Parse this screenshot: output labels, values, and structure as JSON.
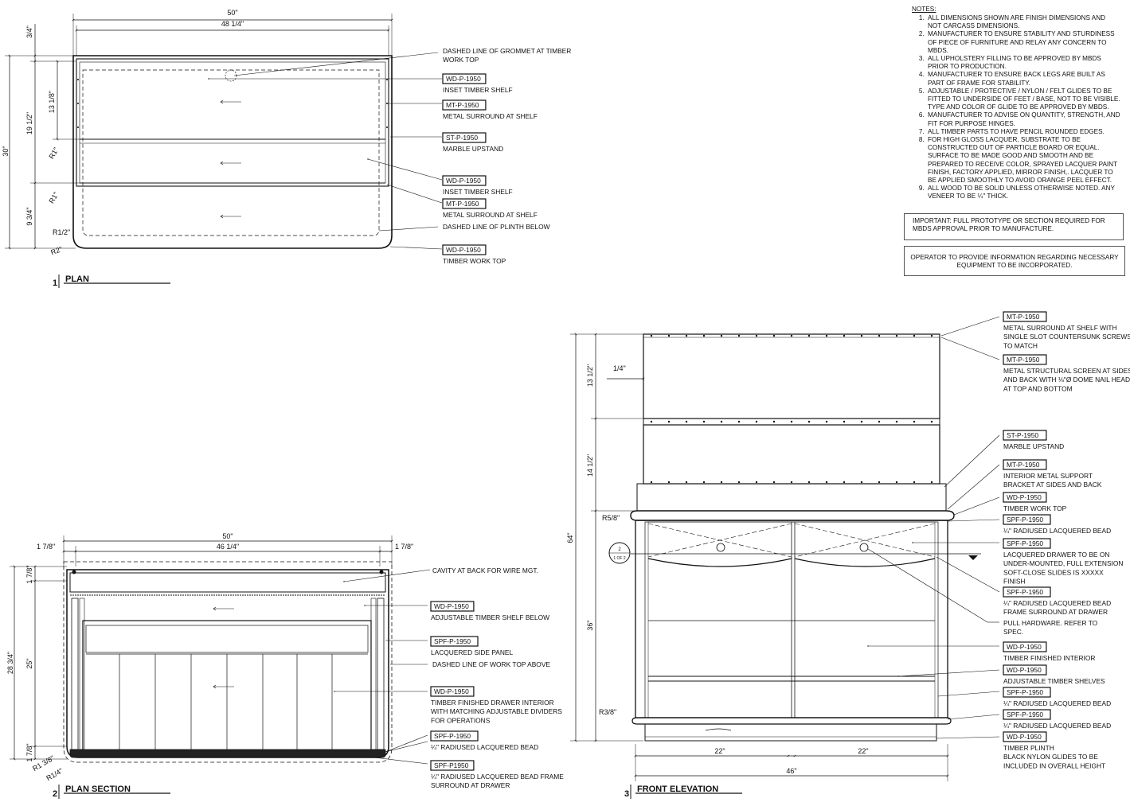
{
  "notes": {
    "heading": "NOTES:",
    "items": [
      "ALL DIMENSIONS SHOWN ARE FINISH DIMENSIONS AND NOT CARCASS DIMENSIONS.",
      "MANUFACTURER TO ENSURE STABILITY AND STURDINESS OF PIECE OF FURNITURE AND RELAY ANY CONCERN TO MBDS.",
      "ALL UPHOLSTERY FILLING TO BE APPROVED BY MBDS PRIOR TO PRODUCTION.",
      "MANUFACTURER TO ENSURE BACK LEGS ARE BUILT AS PART OF FRAME FOR STABILITY.",
      "ADJUSTABLE / PROTECTIVE / NYLON / FELT GLIDES TO BE FITTED TO UNDERSIDE OF FEET / BASE, NOT TO BE VISIBLE. TYPE AND COLOR OF GLIDE TO BE APPROVED BY MBDS.",
      "MANUFACTURER TO ADVISE ON QUANTITY, STRENGTH, AND FIT FOR PURPOSE HINGES.",
      "ALL TIMBER PARTS TO HAVE PENCIL ROUNDED EDGES.",
      "FOR HIGH GLOSS LACQUER, SUBSTRATE TO BE CONSTRUCTED OUT OF PARTICLE BOARD OR EQUAL. SURFACE TO BE MADE GOOD AND SMOOTH AND BE PREPARED TO RECEIVE COLOR, SPRAYED LACQUER PAINT FINISH, FACTORY APPLIED, MIRROR FINISH,. LACQUER TO BE APPLIED SMOOTHLY TO AVOID ORANGE PEEL EFFECT.",
      "ALL WOOD TO BE SOLID UNLESS OTHERWISE NOTED. ANY VENEER TO BE ¼\" THICK."
    ],
    "important": "IMPORTANT: FULL PROTOTYPE OR SECTION REQUIRED FOR MBDS APPROVAL PRIOR TO MANUFACTURE.",
    "operator": "OPERATOR TO PROVIDE INFORMATION REGARDING NECESSARY EQUIPMENT TO BE INCORPORATED."
  },
  "views": {
    "plan": {
      "number": "1",
      "title": "PLAN"
    },
    "plan_section": {
      "number": "2",
      "title": "PLAN SECTION"
    },
    "front_elevation": {
      "number": "3",
      "title": "FRONT ELEVATION"
    }
  },
  "plan": {
    "dims": {
      "overall_width": "50\"",
      "inner_width": "48 1/4\"",
      "top_edge": "3/4\"",
      "height_upper": "19 1/2\"",
      "shelf_depth": "13 1/8\"",
      "overall_depth": "30\"",
      "height_lower": "9 3/4\"",
      "r1a": "R1\"",
      "r1b": "R1\"",
      "r_half": "R1/2\"",
      "r2": "R2\""
    },
    "callouts": [
      {
        "tag": "",
        "text": [
          "DASHED LINE OF GROMMET AT TIMBER",
          "WORK TOP"
        ]
      },
      {
        "tag": "WD-P-1950",
        "text": [
          "INSET TIMBER SHELF"
        ]
      },
      {
        "tag": "MT-P-1950",
        "text": [
          "METAL SURROUND AT SHELF"
        ]
      },
      {
        "tag": "ST-P-1950",
        "text": [
          "MARBLE UPSTAND"
        ]
      },
      {
        "tag": "WD-P-1950",
        "text": [
          "INSET TIMBER SHELF"
        ]
      },
      {
        "tag": "MT-P-1950",
        "text": [
          "METAL SURROUND AT SHELF"
        ]
      },
      {
        "tag": "",
        "text": [
          "DASHED LINE OF PLINTH BELOW"
        ]
      },
      {
        "tag": "WD-P-1950",
        "text": [
          "TIMBER WORK TOP"
        ]
      }
    ]
  },
  "plan_section": {
    "dims": {
      "overall_width": "50\"",
      "inner_width": "46 1/4\"",
      "side_left": "1 7/8\"",
      "side_right": "1 7/8\"",
      "top_edge": "1 7/8\"",
      "overall_depth": "28 3/4\"",
      "inner_depth": "25\"",
      "bottom_edge": "1 7/8\"",
      "r_three_eighths": "R1 3/8\"",
      "r_quarter": "R1/4\""
    },
    "callouts": [
      {
        "tag": "",
        "text": [
          "CAVITY AT BACK FOR WIRE MGT."
        ]
      },
      {
        "tag": "WD-P-1950",
        "text": [
          "ADJUSTABLE TIMBER SHELF BELOW"
        ]
      },
      {
        "tag": "SPF-P-1950",
        "text": [
          "LACQUERED SIDE PANEL"
        ]
      },
      {
        "tag": "",
        "text": [
          "DASHED LINE OF WORK TOP ABOVE"
        ]
      },
      {
        "tag": "WD-P-1950",
        "text": [
          "TIMBER FINISHED DRAWER INTERIOR",
          "WITH MATCHING ADJUSTABLE DIVIDERS",
          "FOR OPERATIONS"
        ]
      },
      {
        "tag": "SPF-P-1950",
        "text": [
          "¼\" RADIUSED LACQUERED BEAD"
        ]
      },
      {
        "tag": "SPF-P1950",
        "text": [
          "¼\" RADIUSED LACQUERED BEAD FRAME",
          "SURROUND AT DRAWER"
        ]
      }
    ]
  },
  "elevation": {
    "dims": {
      "upper_screen": "13 1/2\"",
      "lower_screen": "14 1/2\"",
      "overall_height": "64\"",
      "cabinet_height": "36\"",
      "screen_inset": "1/4\"",
      "r_top": "R5/8\"",
      "r_base": "R3/8\"",
      "half_left": "22\"",
      "half_right": "22\"",
      "overall_width": "46\""
    },
    "section_marker": {
      "num": "2",
      "sheet": "1 OF 2"
    },
    "callouts": [
      {
        "tag": "MT-P-1950",
        "text": [
          "METAL SURROUND AT SHELF WITH",
          "SINGLE SLOT COUNTERSUNK SCREWS",
          "TO MATCH"
        ]
      },
      {
        "tag": "MT-P-1950",
        "text": [
          "METAL STRUCTURAL SCREEN AT SIDES",
          "AND BACK WITH ⅛\"Ø DOME NAIL HEAD",
          "AT TOP AND BOTTOM"
        ]
      },
      {
        "tag": "ST-P-1950",
        "text": [
          "MARBLE UPSTAND"
        ]
      },
      {
        "tag": "MT-P-1950",
        "text": [
          "INTERIOR METAL SUPPORT",
          "BRACKET AT SIDES AND BACK"
        ]
      },
      {
        "tag": "WD-P-1950",
        "text": [
          "TIMBER WORK TOP"
        ]
      },
      {
        "tag": "SPF-P-1950",
        "text": [
          "¼\" RADIUSED LACQUERED BEAD"
        ]
      },
      {
        "tag": "SPF-P-1950",
        "text": [
          "LACQUERED DRAWER TO BE ON",
          "UNDER-MOUNTED, FULL EXTENSION",
          "SOFT-CLOSE SLIDES IS XXXXX",
          "FINISH"
        ]
      },
      {
        "tag": "SPF-P-1950",
        "text": [
          "¼\" RADIUSED LACQUERED BEAD",
          "FRAME SURROUND AT DRAWER"
        ]
      },
      {
        "tag": "",
        "text": [
          "PULL HARDWARE. REFER TO",
          "SPEC."
        ]
      },
      {
        "tag": "WD-P-1950",
        "text": [
          "TIMBER FINISHED INTERIOR"
        ]
      },
      {
        "tag": "WD-P-1950",
        "text": [
          "ADJUSTABLE TIMBER SHELVES"
        ]
      },
      {
        "tag": "SPF-P-1950",
        "text": [
          "¼\" RADIUSED LACQUERED BEAD"
        ]
      },
      {
        "tag": "SPF-P-1950",
        "text": [
          "¼\" RADIUSED LACQUERED BEAD"
        ]
      },
      {
        "tag": "WD-P-1950",
        "text": [
          "TIMBER PLINTH",
          "BLACK NYLON GLIDES TO BE",
          "INCLUDED IN OVERALL HEIGHT"
        ]
      }
    ]
  }
}
